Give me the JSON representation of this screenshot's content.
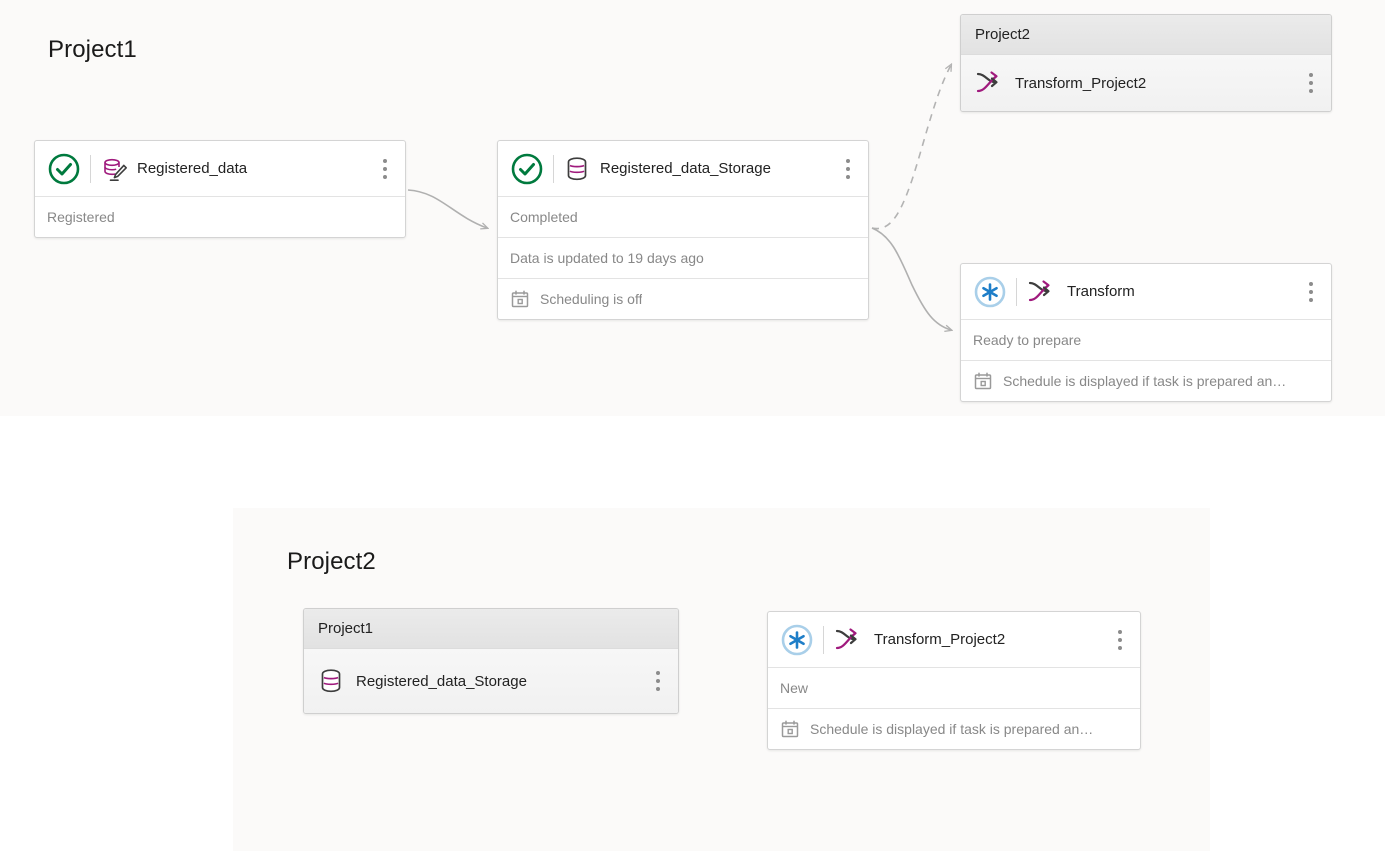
{
  "colors": {
    "accent_magenta": "#a01a7d",
    "accent_blue": "#1e7ec8",
    "success_green": "#007a3e",
    "panel_bg": "#fbfaf9",
    "card_border": "#d4d4d4",
    "muted_text": "#888888",
    "connector_gray": "#b0b0b0"
  },
  "project1": {
    "title": "Project1",
    "nodes": {
      "registered_data": {
        "title": "Registered_data",
        "status_icon": "check-circle-icon",
        "type_icon": "database-edit-icon",
        "menu_icon": "kebab-menu-icon",
        "rows": [
          {
            "text": "Registered",
            "icon": null
          }
        ]
      },
      "registered_data_storage": {
        "title": "Registered_data_Storage",
        "status_icon": "check-circle-icon",
        "type_icon": "database-icon",
        "menu_icon": "kebab-menu-icon",
        "rows": [
          {
            "text": "Completed",
            "icon": null
          },
          {
            "text": "Data is updated to 19 days ago",
            "icon": null
          },
          {
            "text": "Scheduling is off",
            "icon": "calendar-icon"
          }
        ]
      },
      "transform": {
        "title": "Transform",
        "status_icon": "asterisk-circle-icon",
        "type_icon": "transform-arrows-icon",
        "menu_icon": "kebab-menu-icon",
        "rows": [
          {
            "text": "Ready to prepare",
            "icon": null
          },
          {
            "text": "Schedule is displayed if task is prepared an…",
            "icon": "calendar-icon"
          }
        ]
      }
    },
    "group_project2": {
      "header": "Project2",
      "item_label": "Transform_Project2",
      "type_icon": "transform-arrows-icon",
      "menu_icon": "kebab-menu-icon"
    }
  },
  "project2": {
    "title": "Project2",
    "group_project1": {
      "header": "Project1",
      "item_label": "Registered_data_Storage",
      "type_icon": "database-icon",
      "menu_icon": "kebab-menu-icon"
    },
    "nodes": {
      "transform_project2": {
        "title": "Transform_Project2",
        "status_icon": "asterisk-circle-icon",
        "type_icon": "transform-arrows-icon",
        "menu_icon": "kebab-menu-icon",
        "rows": [
          {
            "text": "New",
            "icon": null
          },
          {
            "text": "Schedule is displayed if task is prepared an…",
            "icon": "calendar-icon"
          }
        ]
      }
    }
  },
  "connectors": [
    {
      "name": "registered-data-to-storage",
      "style": "solid"
    },
    {
      "name": "storage-to-project2-group",
      "style": "dashed"
    },
    {
      "name": "storage-to-transform",
      "style": "solid"
    },
    {
      "name": "project1-group-to-transform-project2",
      "style": "dashed"
    }
  ]
}
